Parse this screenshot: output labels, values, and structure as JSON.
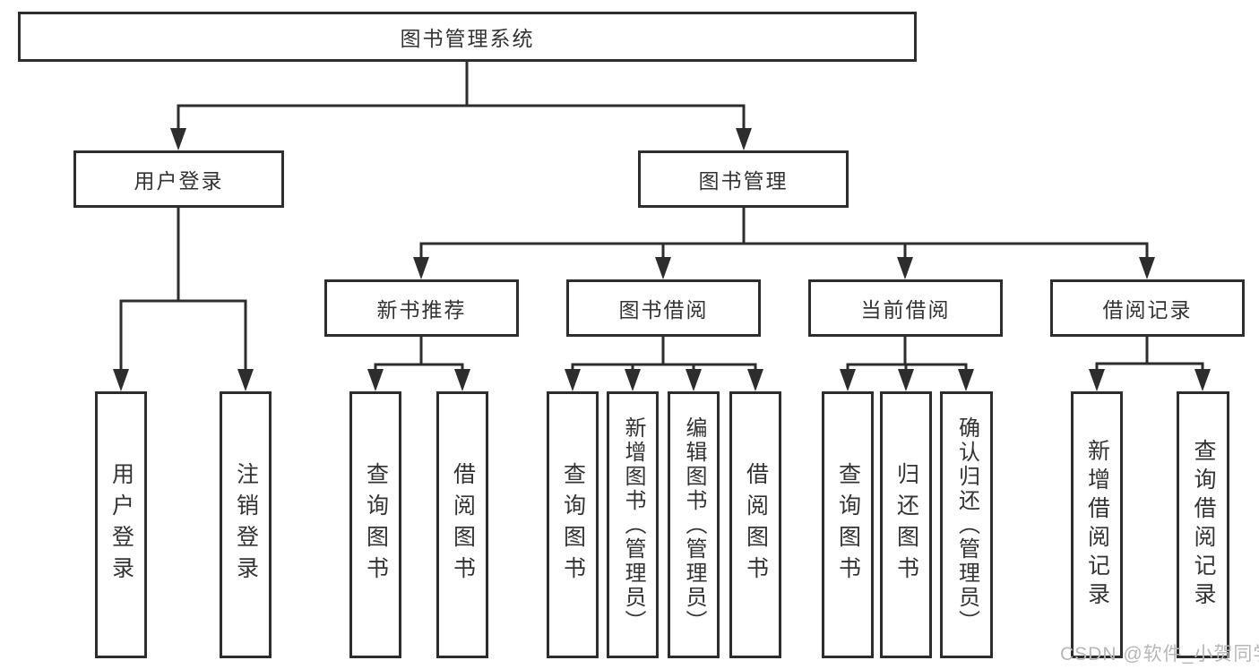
{
  "tree": {
    "root": {
      "label": "图书管理系统"
    },
    "branches": [
      {
        "label": "用户登录",
        "children": [
          {
            "label": "用户登录"
          },
          {
            "label": "注销登录"
          }
        ]
      },
      {
        "label": "图书管理",
        "children": [
          {
            "label": "新书推荐",
            "children": [
              {
                "label": "查询图书"
              },
              {
                "label": "借阅图书"
              }
            ]
          },
          {
            "label": "图书借阅",
            "children": [
              {
                "label": "查询图书"
              },
              {
                "label": "新增图书（管理员）"
              },
              {
                "label": "编辑图书（管理员）"
              },
              {
                "label": "借阅图书"
              }
            ]
          },
          {
            "label": "当前借阅",
            "children": [
              {
                "label": "查询图书"
              },
              {
                "label": "归还图书"
              },
              {
                "label": "确认归还（管理员）"
              }
            ]
          },
          {
            "label": "借阅记录",
            "children": [
              {
                "label": "新增借阅记录"
              },
              {
                "label": "查询借阅记录"
              }
            ]
          }
        ]
      }
    ]
  },
  "watermark": {
    "text": "CSDN @软件_小贺同学"
  },
  "colors": {
    "line": "#2d2d2d",
    "text": "#333333",
    "watermark": "#b7b7b7",
    "background": "#ffffff"
  }
}
